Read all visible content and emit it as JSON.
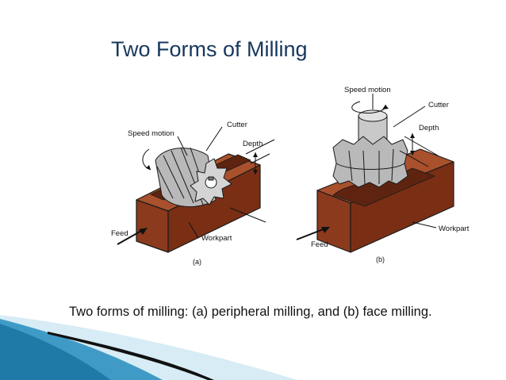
{
  "title": "Two Forms of Milling",
  "figure_a": {
    "speed_motion": "Speed motion",
    "cutter": "Cutter",
    "depth": "Depth",
    "feed": "Feed",
    "workpart": "Workpart",
    "sublabel": "(a)"
  },
  "figure_b": {
    "speed_motion": "Speed motion",
    "cutter": "Cutter",
    "depth": "Depth",
    "feed": "Feed",
    "workpart": "Workpart",
    "sublabel": "(b)"
  },
  "caption": "Two forms of milling: (a) peripheral milling, and (b) face milling.",
  "colors": {
    "title": "#17375e",
    "workpart": "#8b3a1d",
    "cutter": "#b9b9b9",
    "accent_band": "#1f7aa8"
  }
}
